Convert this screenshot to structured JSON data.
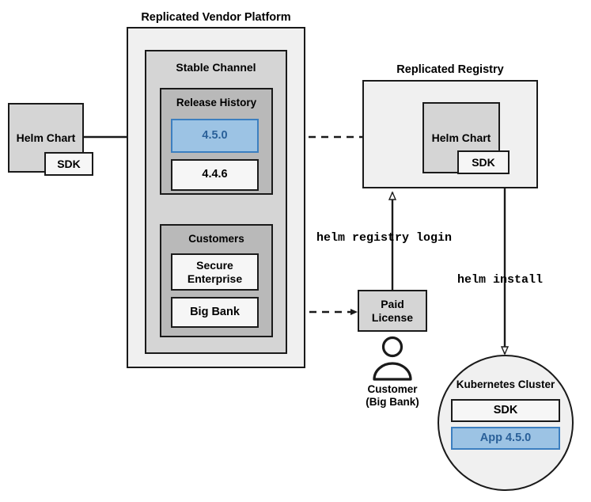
{
  "diagram": {
    "title_platform": "Replicated Vendor Platform",
    "title_registry": "Replicated Registry"
  },
  "platform": {
    "label": "Replicated Vendor Platform",
    "channel": {
      "label": "Stable Channel",
      "release_history": {
        "label": "Release History",
        "releases": [
          {
            "version": "4.5.0",
            "highlighted": true
          },
          {
            "version": "4.4.6",
            "highlighted": false
          }
        ]
      },
      "customers": {
        "label": "Customers",
        "items": [
          {
            "name": "Secure\nEnterprise"
          },
          {
            "name": "Big Bank"
          }
        ]
      }
    }
  },
  "source_chart": {
    "label": "Helm Chart",
    "sdk_label": "SDK"
  },
  "registry": {
    "label": "Replicated Registry",
    "chart_label": "Helm Chart",
    "sdk_label": "SDK"
  },
  "license": {
    "label": "Paid\nLicense"
  },
  "customer_actor": {
    "icon": "person-icon",
    "label": "Customer\n(Big Bank)"
  },
  "cluster": {
    "label": "Kubernetes Cluster",
    "components": [
      {
        "name": "SDK",
        "highlighted": false
      },
      {
        "name": "App 4.5.0",
        "highlighted": true
      }
    ]
  },
  "commands": {
    "registry_login": "helm registry login",
    "install": "helm install"
  },
  "colors": {
    "accent_blue_fill": "#9cc3e4",
    "accent_blue_border": "#3c7fc0",
    "accent_blue_text": "#2a6099",
    "stroke": "#1a1a1a",
    "platform_fill": "#f0f0f0",
    "channel_fill": "#d5d5d5",
    "group_fill": "#b9b9b9",
    "item_fill": "#f6f6f6"
  }
}
